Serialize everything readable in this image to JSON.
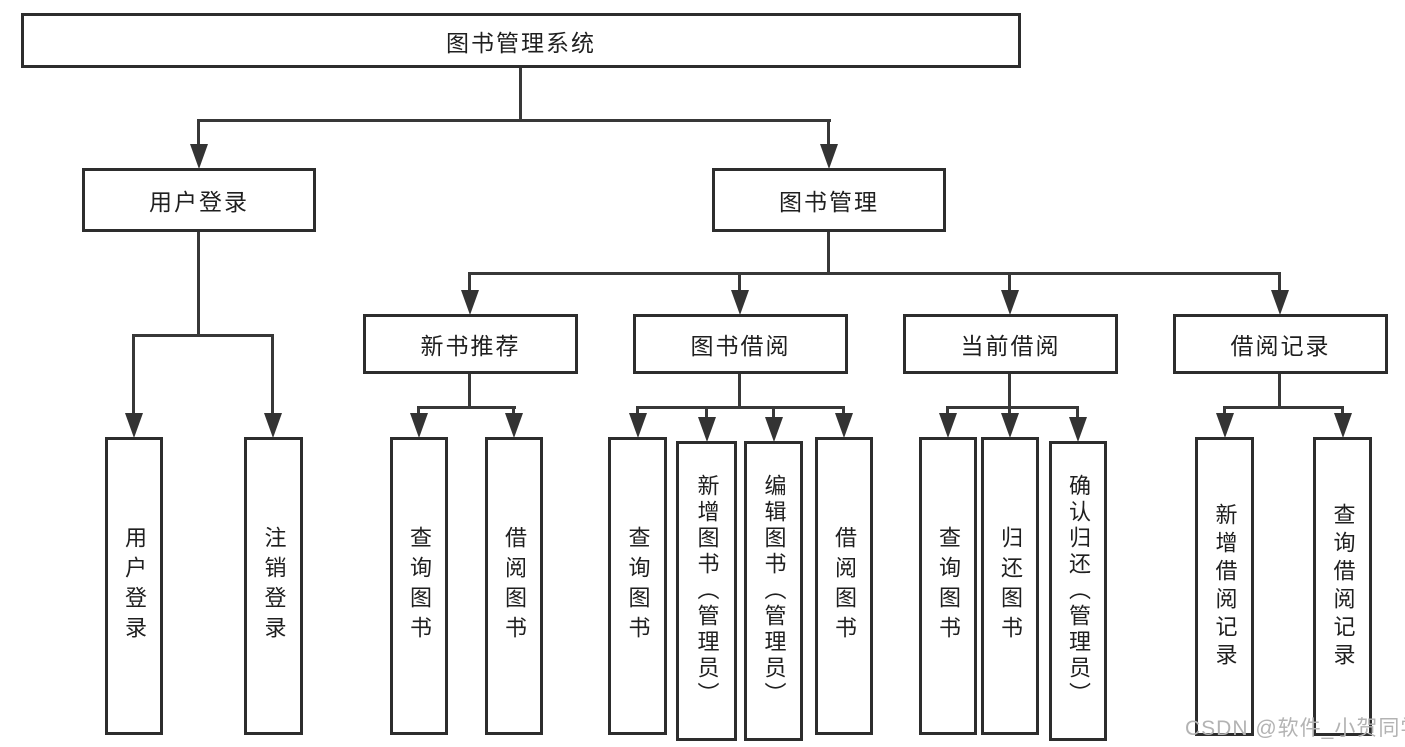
{
  "nodes": {
    "root": "图书管理系统",
    "user_login": "用户登录",
    "book_mgmt": "图书管理",
    "new_book_rec": "新书推荐",
    "book_borrow": "图书借阅",
    "current_borrow": "当前借阅",
    "borrow_records": "借阅记录",
    "leaf_user_login": "用户登录",
    "leaf_logout": "注销登录",
    "leaf_query_books_a": "查询图书",
    "leaf_borrow_books_a": "借阅图书",
    "leaf_query_books_b": "查询图书",
    "leaf_add_book_admin": "新增图书（管理员）",
    "leaf_edit_book_admin": "编辑图书（管理员）",
    "leaf_borrow_books_b": "借阅图书",
    "leaf_query_books_c": "查询图书",
    "leaf_return_book": "归还图书",
    "leaf_confirm_return_admin": "确认归还（管理员）",
    "leaf_add_borrow_record": "新增借阅记录",
    "leaf_query_borrow_record": "查询借阅记录"
  },
  "watermark": "CSDN @软件_小贺同学",
  "colors": {
    "line": "#383838",
    "border": "#2d2d2d",
    "text": "#1f1f1f",
    "watermark": "#b3b3b3",
    "background": "#ffffff"
  }
}
